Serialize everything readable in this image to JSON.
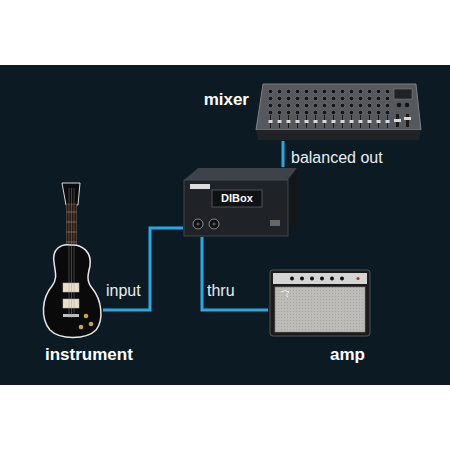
{
  "diagram": {
    "nodes": [
      {
        "text": [
          "mixer"
        ]
      },
      {
        "text": [
          "DIBox"
        ]
      },
      {
        "text": [
          "instrument"
        ]
      },
      {
        "text": [
          "amp"
        ]
      }
    ],
    "edges": [
      {
        "from": 2,
        "to": 1,
        "arrow": "none",
        "label": "input"
      },
      {
        "from": 1,
        "to": 3,
        "arrow": "none",
        "label": "thru"
      },
      {
        "from": 1,
        "to": 0,
        "arrow": "none",
        "label": "balanced out"
      }
    ]
  }
}
